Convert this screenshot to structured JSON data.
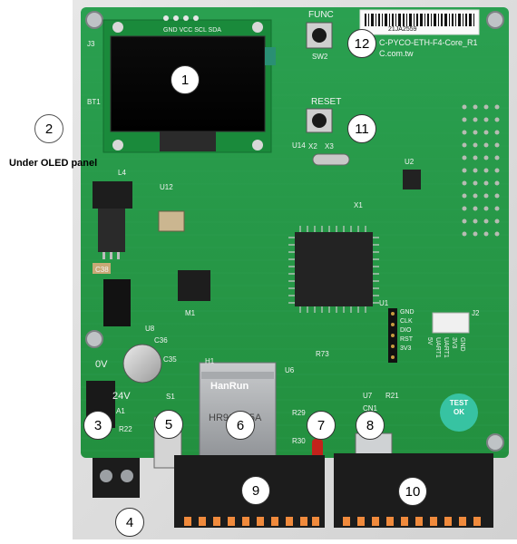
{
  "callouts": [
    {
      "id": "1",
      "label": "1"
    },
    {
      "id": "2",
      "label": "2"
    },
    {
      "id": "3",
      "label": "3"
    },
    {
      "id": "4",
      "label": "4"
    },
    {
      "id": "5",
      "label": "5"
    },
    {
      "id": "6",
      "label": "6"
    },
    {
      "id": "7",
      "label": "7"
    },
    {
      "id": "8",
      "label": "8"
    },
    {
      "id": "9",
      "label": "9"
    },
    {
      "id": "10",
      "label": "10"
    },
    {
      "id": "11",
      "label": "11"
    },
    {
      "id": "12",
      "label": "12"
    }
  ],
  "caption": "Under OLED panel",
  "board": {
    "product_name": "C-PYCO-ETH-F4-Core_R1",
    "url": "C.com.tw",
    "barcode_number": "21JA2559",
    "func_label": "FUNC",
    "sw2_label": "SW2",
    "reset_label": "RESET",
    "oled_pins": "GND VCC SCL SDA",
    "j3": "J3",
    "bt1": "BT1",
    "l4": "L4",
    "voltage_0v": "0V",
    "voltage_24v": "24V",
    "s1": "S1",
    "lan_brand": "HanRun",
    "lan_model": "HR911105A",
    "test_ok": [
      "TEST",
      "OK"
    ],
    "debug_pins": [
      "GND",
      "CLK",
      "DIO",
      "RST",
      "3V3"
    ],
    "uart_pins": [
      "5V",
      "UART1",
      "UART1",
      "3V3",
      "GND"
    ],
    "j2": "J2",
    "u2": "U2",
    "x1": "X1",
    "u14": "U14",
    "x3": "X3",
    "x2": "X2",
    "u12": "U12",
    "u8": "U8",
    "c38": "C38",
    "c36": "C36",
    "c35": "C35",
    "m1": "M1",
    "h1": "H1",
    "u1": "U1",
    "u6": "U6",
    "r73": "R73",
    "r29": "R29",
    "r30": "R30",
    "cn1": "CN1",
    "u7": "U7",
    "r21": "R21",
    "a1": "A1",
    "r22": "R22"
  },
  "colors": {
    "pcb": "#27974a",
    "pcb_dark": "#1f7e3c",
    "terminal": "#1c1c1c",
    "terminal_pin": "#f08a3c",
    "label_bg": "#ffffff",
    "test_ok": "#36c0a0"
  }
}
